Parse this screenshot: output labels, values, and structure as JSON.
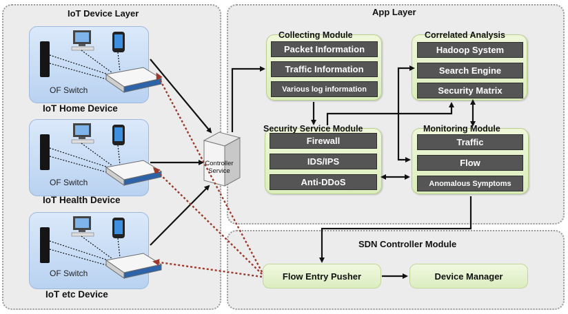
{
  "device_layer": {
    "title": "IoT Device Layer",
    "devices": [
      {
        "label": "IoT  Home Device",
        "switch_label": "OF Switch"
      },
      {
        "label": "IoT Health Device",
        "switch_label": "OF Switch"
      },
      {
        "label": "IoT etc Device",
        "switch_label": "OF Switch"
      }
    ]
  },
  "controller": {
    "line1": "Controller",
    "line2": "Service"
  },
  "app_layer": {
    "title": "App Layer",
    "collecting": {
      "title": "Collecting Module",
      "items": [
        "Packet Information",
        "Traffic Information",
        "Various log information"
      ]
    },
    "correlated": {
      "title": "Correlated Analysis",
      "items": [
        "Hadoop System",
        "Search Engine",
        "Security Matrix"
      ]
    },
    "security": {
      "title": "Security Service Module",
      "items": [
        "Firewall",
        "IDS/IPS",
        "Anti-DDoS"
      ]
    },
    "monitoring": {
      "title": "Monitoring Module",
      "items": [
        "Traffic",
        "Flow",
        "Anomalous Symptoms"
      ]
    }
  },
  "sdn_layer": {
    "title": "SDN  Controller Module",
    "flow_entry_pusher": "Flow Entry Pusher",
    "device_manager": "Device Manager"
  },
  "colors": {
    "device_box": "#c4daf4",
    "module_box": "#e4f1cc",
    "item_box": "#555555",
    "dashed_arrow": "#9b3a2a"
  }
}
